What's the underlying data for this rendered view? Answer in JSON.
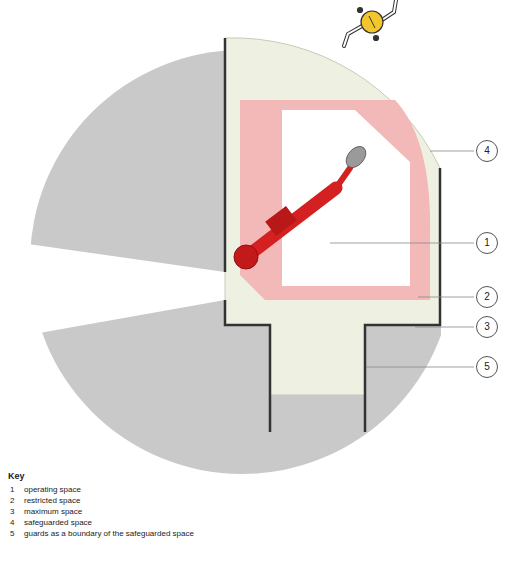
{
  "diagram": {
    "nodes": [
      {
        "text": [
          "4"
        ]
      },
      {
        "text": [
          "1"
        ]
      },
      {
        "text": [
          "2"
        ]
      },
      {
        "text": [
          "3"
        ]
      },
      {
        "text": [
          "5"
        ]
      }
    ],
    "labels": [
      "Key",
      "1",
      "operating space",
      "2",
      "restricted space",
      "3",
      "maximum space",
      "4",
      "safeguarded space",
      "5",
      "guards as a boundary of the safeguarded space"
    ]
  }
}
